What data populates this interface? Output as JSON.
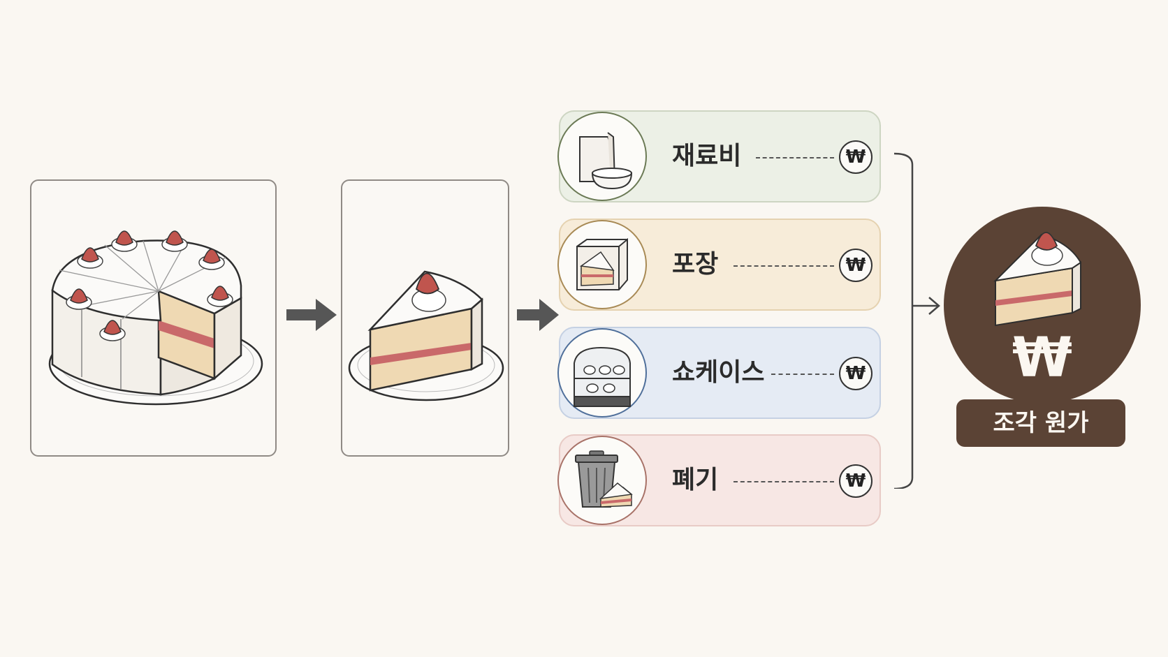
{
  "cost_items": [
    {
      "label": "재료비",
      "icon": "ingredients-icon",
      "currency": "₩",
      "bg": "#ecf0e6",
      "border": "#cdd5c2",
      "circle_border": "#6b7a55"
    },
    {
      "label": "포장",
      "icon": "packaging-box-icon",
      "currency": "₩",
      "bg": "#f7ecd9",
      "border": "#e5d2b0",
      "circle_border": "#a88a55"
    },
    {
      "label": "쇼케이스",
      "icon": "showcase-display-icon",
      "currency": "₩",
      "bg": "#e5ebf4",
      "border": "#c5d1e3",
      "circle_border": "#4f6f9a"
    },
    {
      "label": "폐기",
      "icon": "trash-can-icon",
      "currency": "₩",
      "bg": "#f7e7e4",
      "border": "#e8cbc6",
      "circle_border": "#a87268"
    }
  ],
  "result": {
    "currency": "₩",
    "label": "조각 원가"
  },
  "colors": {
    "background": "#faf7f2",
    "result_brown": "#5b4335",
    "arrow": "#555555"
  }
}
